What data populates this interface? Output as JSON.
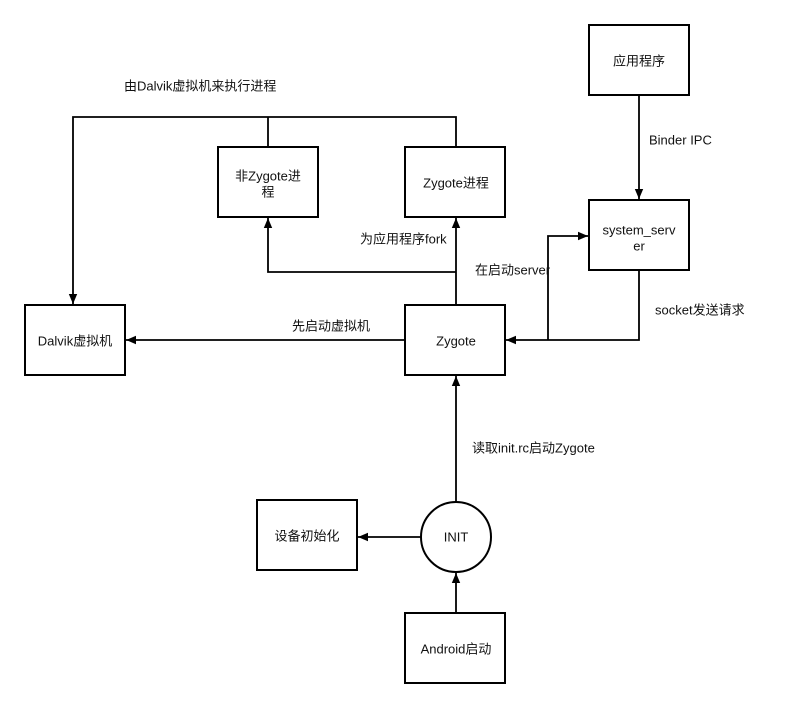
{
  "diagram": {
    "nodes": {
      "app": {
        "label": "应用程序"
      },
      "system_server": {
        "lines": [
          "system_serv",
          "er"
        ]
      },
      "zygote_process": {
        "label": "Zygote进程"
      },
      "non_zygote_process": {
        "lines": [
          "非Zygote进",
          "程"
        ]
      },
      "dalvik_vm": {
        "label": "Dalvik虚拟机"
      },
      "zygote": {
        "label": "Zygote"
      },
      "device_init": {
        "label": "设备初始化"
      },
      "init": {
        "label": "INIT"
      },
      "android_boot": {
        "label": "Android启动"
      }
    },
    "edges": {
      "dalvik_executes": {
        "label": "由Dalvik虚拟机来执行进程"
      },
      "binder_ipc": {
        "label": "Binder IPC"
      },
      "fork_for_app": {
        "label": "为应用程序fork"
      },
      "start_server": {
        "label": "在启动server"
      },
      "socket_request": {
        "label": "socket发送请求"
      },
      "start_vm": {
        "label": "先启动虚拟机"
      },
      "read_init_rc": {
        "label": "读取init.rc启动Zygote"
      }
    }
  }
}
